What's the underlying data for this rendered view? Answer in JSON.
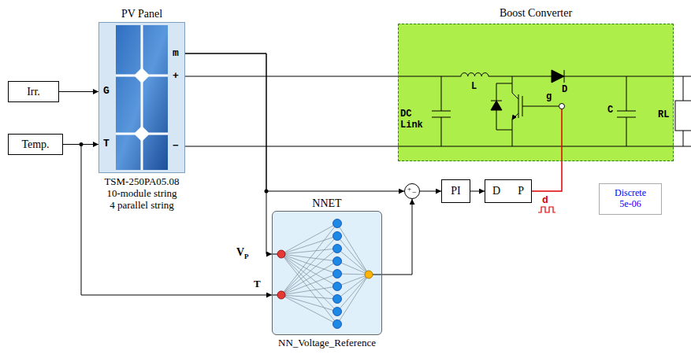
{
  "diagram": {
    "nodes": [
      {
        "text": [
          "Irr."
        ]
      },
      {
        "text": [
          "Temp."
        ]
      },
      {
        "text": [
          "PV Panel",
          "TSM-250PA05.08",
          "10-module string",
          "4 parallel string"
        ]
      },
      {
        "text": [
          "Boost Converter"
        ]
      },
      {
        "text": [
          "+",
          "−"
        ]
      },
      {
        "text": [
          "PI"
        ]
      },
      {
        "text": [
          "D",
          "P"
        ]
      },
      {
        "text": [
          "Discrete 5e-06"
        ]
      },
      {
        "text": [
          "NNET",
          "NN_Voltage_Reference"
        ]
      }
    ],
    "edges": [
      {
        "from": 0,
        "to": 2,
        "arrow": "to"
      },
      {
        "from": 1,
        "to": 2,
        "arrow": "to"
      },
      {
        "from": 1,
        "to": 8,
        "arrow": "to"
      },
      {
        "from": 2,
        "to": 3,
        "arrow": "none"
      },
      {
        "from": 2,
        "to": 3,
        "arrow": "none"
      },
      {
        "from": 2,
        "to": 4,
        "arrow": "to"
      },
      {
        "from": 2,
        "to": 8,
        "arrow": "to"
      },
      {
        "from": 8,
        "to": 4,
        "arrow": "to"
      },
      {
        "from": 4,
        "to": 5,
        "arrow": "to"
      },
      {
        "from": 5,
        "to": 6,
        "arrow": "to"
      },
      {
        "from": 6,
        "to": 3,
        "label": "d",
        "arrow": "none"
      }
    ],
    "labels": [
      "G",
      "T",
      "m",
      "+",
      "−",
      "DC Link",
      "L",
      "g",
      "D",
      "C",
      "RL",
      "V",
      "P",
      "T"
    ]
  }
}
